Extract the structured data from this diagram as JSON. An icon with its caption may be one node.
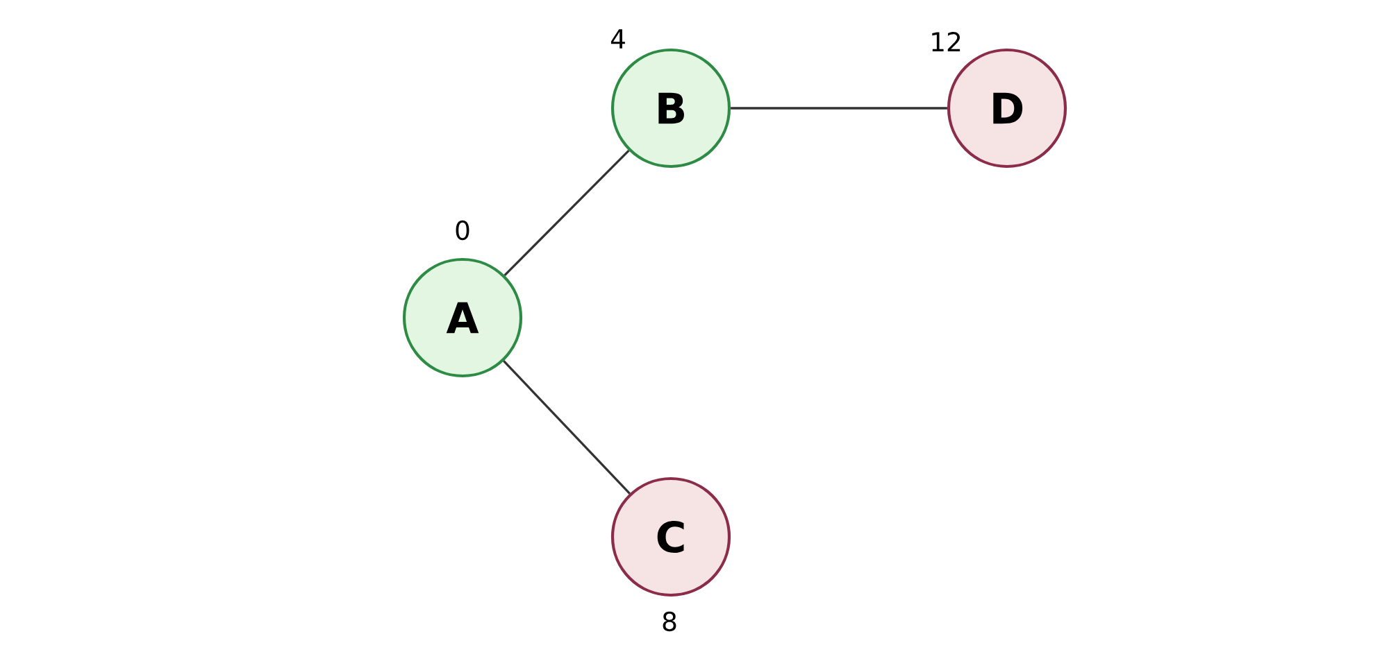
{
  "diagram": {
    "nodes": [
      {
        "text": [
          "A"
        ],
        "beside": [
          "0"
        ]
      },
      {
        "text": [
          "B"
        ],
        "beside": [
          "4"
        ]
      },
      {
        "text": [
          "C"
        ],
        "beside": [
          "8"
        ]
      },
      {
        "text": [
          "D"
        ],
        "beside": [
          "12"
        ]
      }
    ],
    "edges": [
      {
        "from": 0,
        "to": 1,
        "arrow": "none"
      },
      {
        "from": 1,
        "to": 3,
        "arrow": "none"
      },
      {
        "from": 0,
        "to": 2,
        "arrow": "none"
      }
    ]
  }
}
